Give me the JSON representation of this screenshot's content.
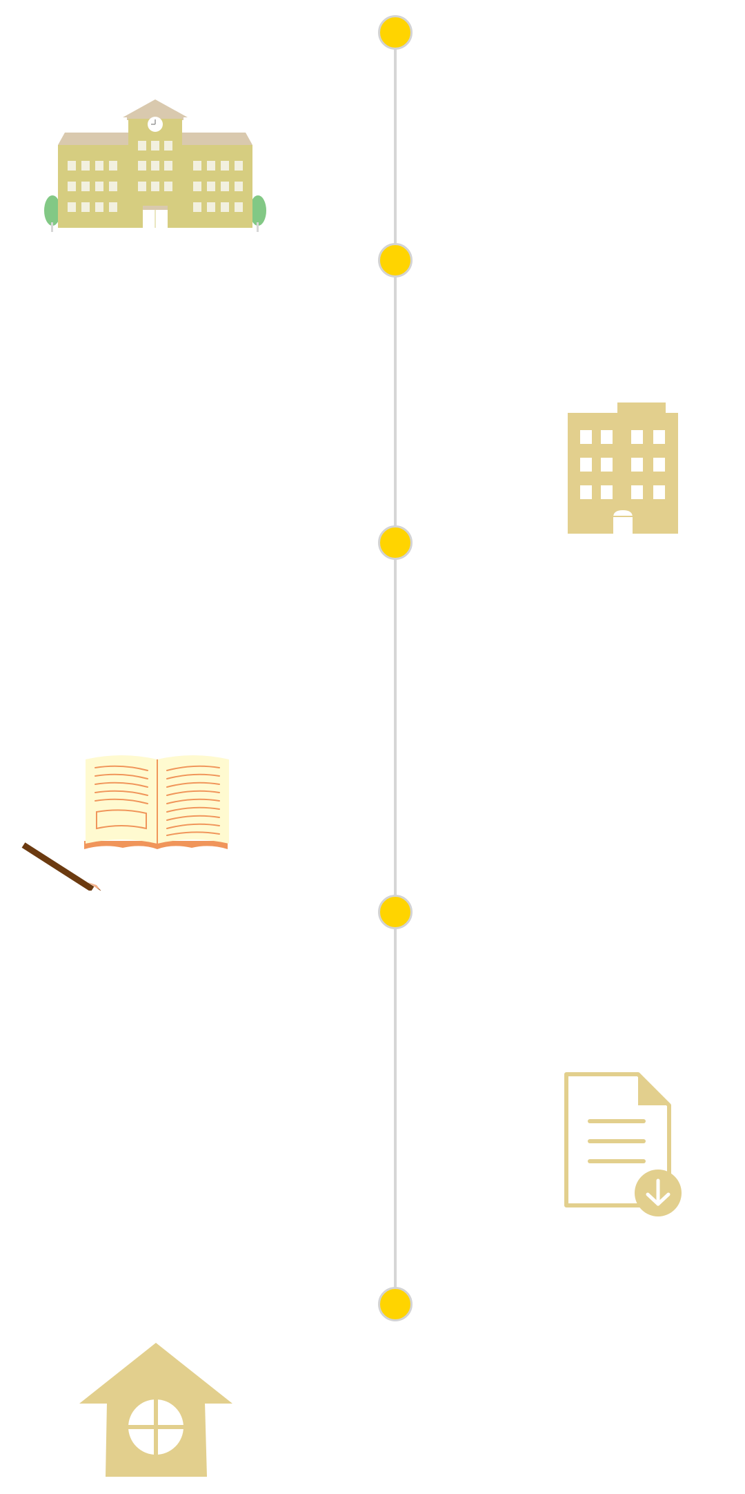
{
  "timeline": {
    "milestone_count": 6,
    "colors": {
      "line": "#d6d6d6",
      "dot_fill": "#ffd400",
      "dot_border": "#d3d3d3"
    }
  },
  "illustrations": [
    {
      "icon": "school-building-icon",
      "side": "left"
    },
    {
      "icon": "office-building-icon",
      "side": "right"
    },
    {
      "icon": "open-book-with-pencil-icon",
      "side": "left"
    },
    {
      "icon": "document-download-icon",
      "side": "right"
    },
    {
      "icon": "house-icon",
      "side": "left"
    }
  ],
  "colors": {
    "icon_tan": "#e2cf8d",
    "school_body": "#d6cd80",
    "school_roof": "#d9c9ae",
    "tree_green": "#82c885",
    "book_page": "#fffad0",
    "book_accent": "#f0955a",
    "pencil_brown": "#6b3a10"
  }
}
